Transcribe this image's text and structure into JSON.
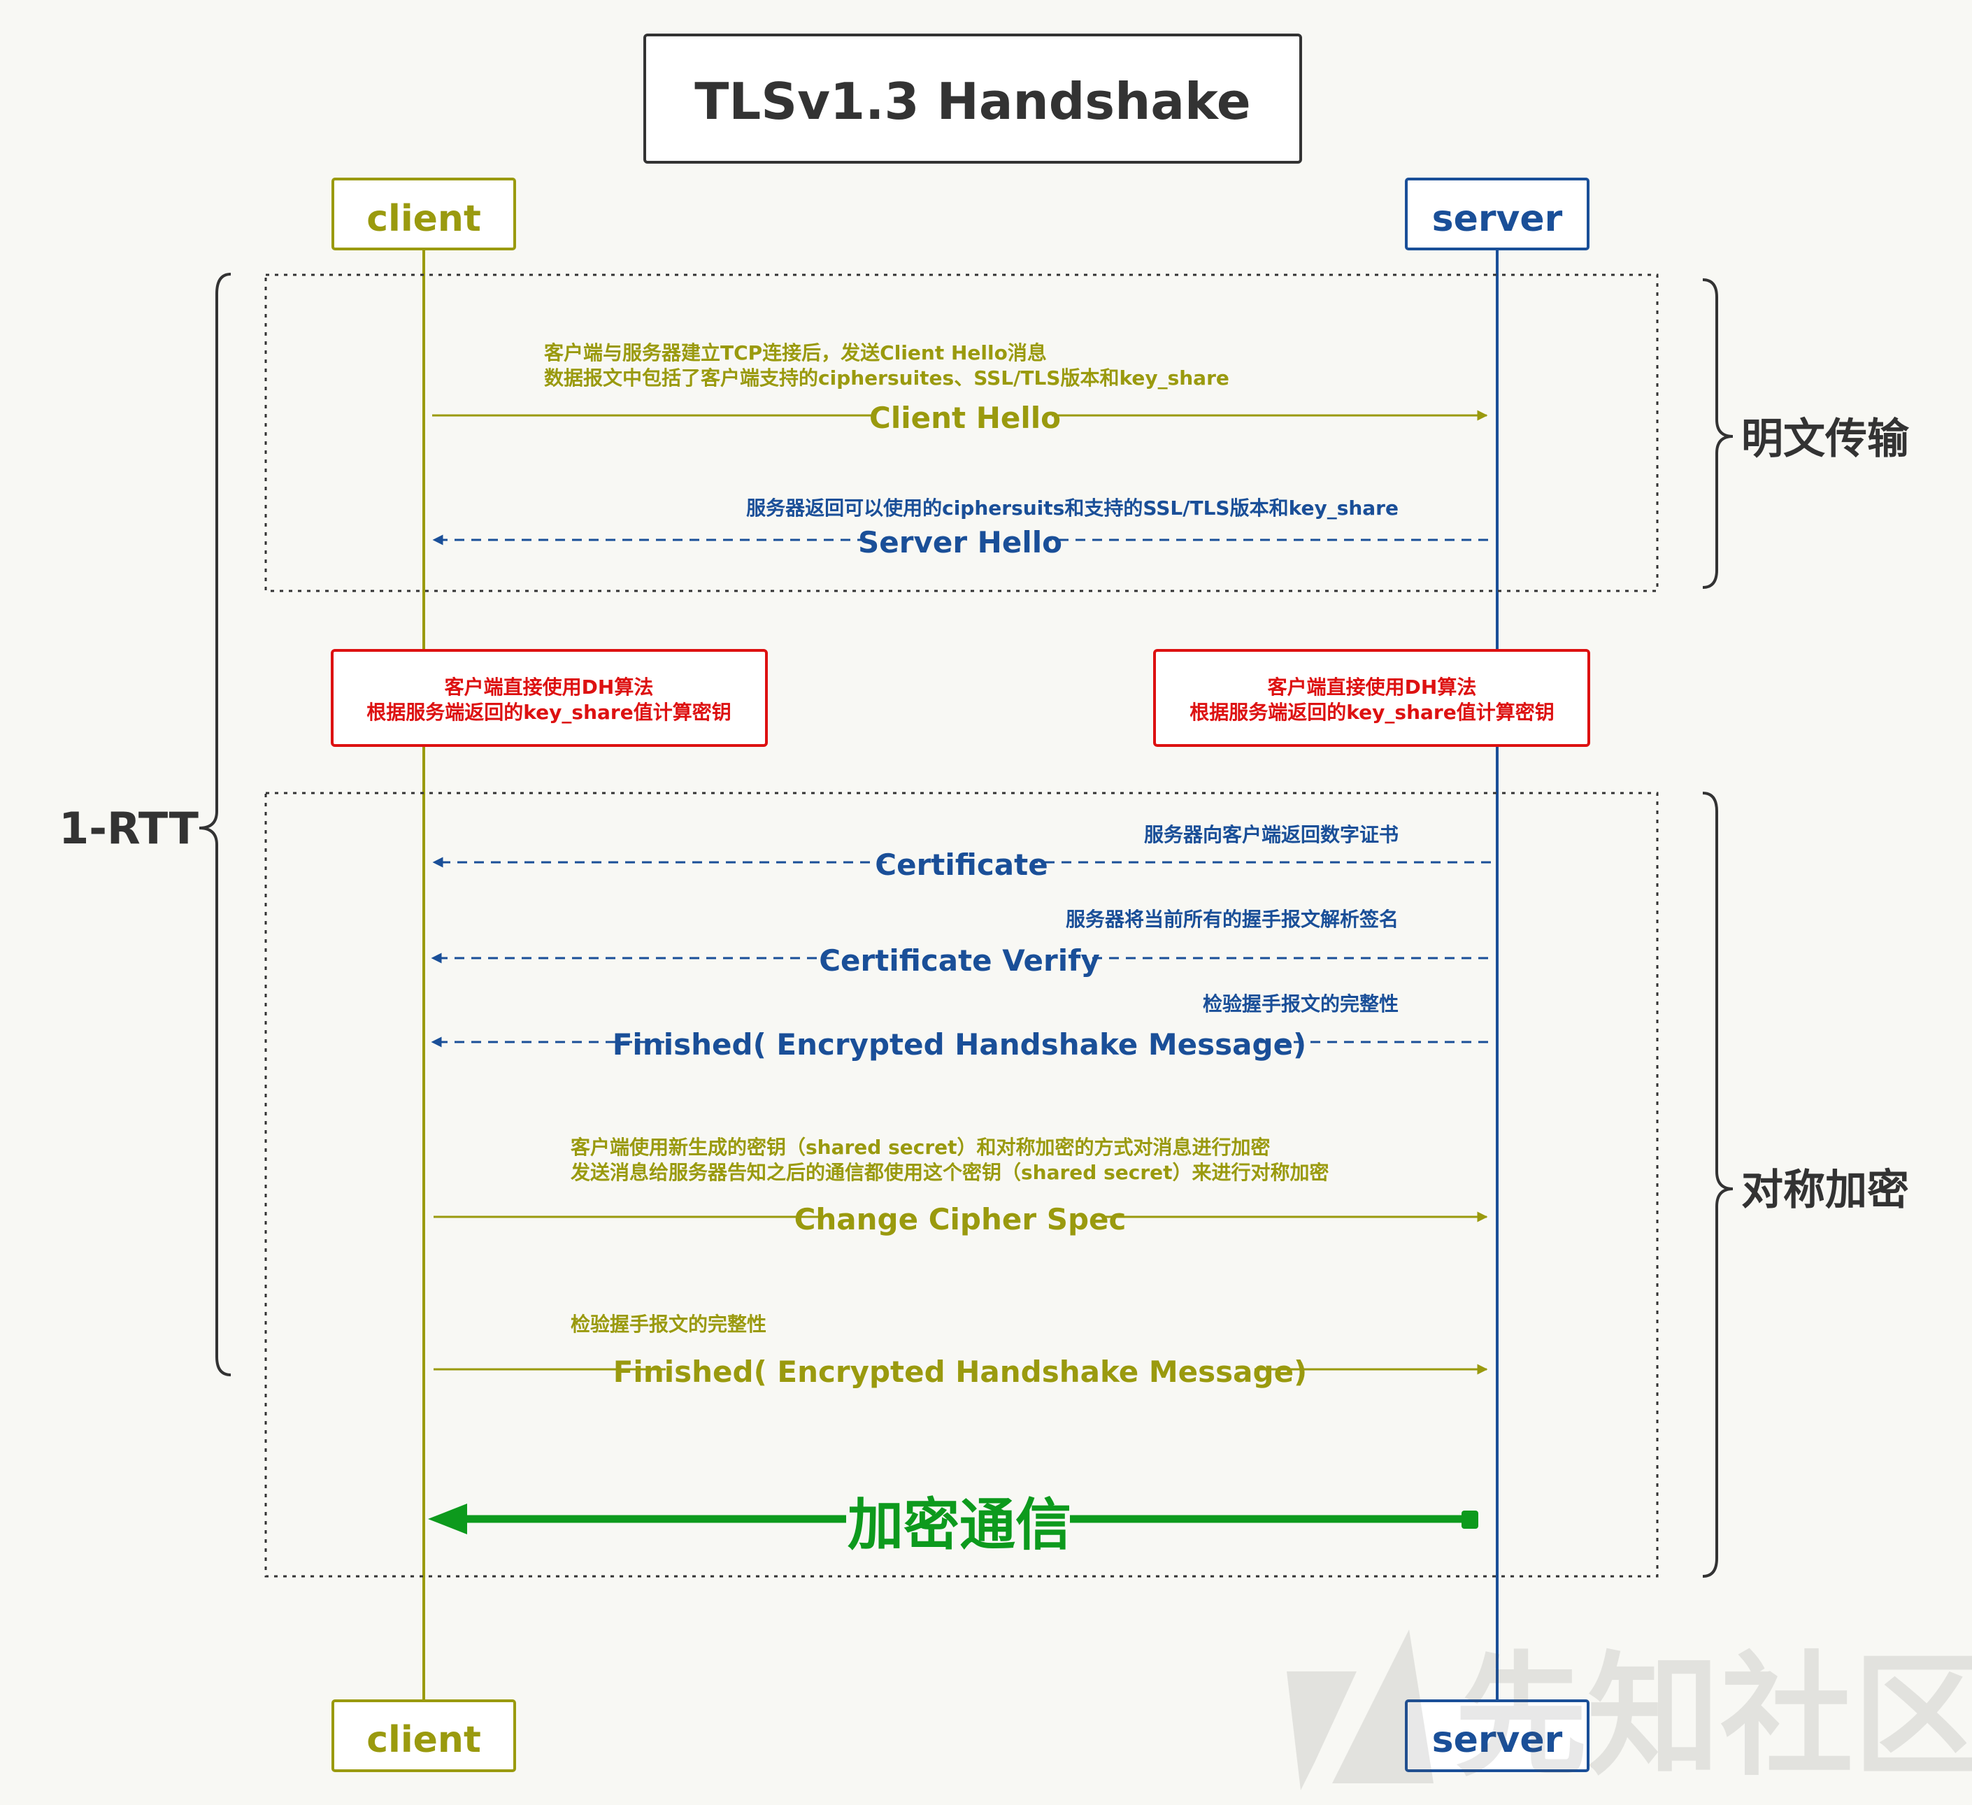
{
  "title": "TLSv1.3 Handshake",
  "participants": {
    "client": "client",
    "server": "server"
  },
  "brackets": {
    "rtt": "1-RTT",
    "plaintext": "明文传输",
    "encrypted": "对称加密"
  },
  "notes": {
    "client": [
      "客户端直接使用DH算法",
      "根据服务端返回的key_share值计算密钥"
    ],
    "server": [
      "客户端直接使用DH算法",
      "根据服务端返回的key_share值计算密钥"
    ]
  },
  "messages": [
    {
      "label": "Client Hello",
      "direction": "client-to-server",
      "style": "solid",
      "desc": [
        "客户端与服务器建立TCP连接后，发送Client Hello消息",
        "数据报文中包括了客户端支持的ciphersuites、SSL/TLS版本和key_share"
      ]
    },
    {
      "label": "Server Hello",
      "direction": "server-to-client",
      "style": "dashed",
      "desc": [
        "服务器返回可以使用的ciphersuits和支持的SSL/TLS版本和key_share"
      ]
    },
    {
      "label": "Certificate",
      "direction": "server-to-client",
      "style": "dashed",
      "desc": [
        "服务器向客户端返回数字证书"
      ]
    },
    {
      "label": "Certificate Verify",
      "direction": "server-to-client",
      "style": "dashed",
      "desc": [
        "服务器将当前所有的握手报文解析签名"
      ]
    },
    {
      "label": "Finished( Encrypted Handshake Message)",
      "direction": "server-to-client",
      "style": "dashed",
      "desc": [
        "检验握手报文的完整性"
      ]
    },
    {
      "label": "Change Cipher Spec",
      "direction": "client-to-server",
      "style": "solid",
      "desc": [
        "客户端使用新生成的密钥（shared secret）和对称加密的方式对消息进行加密",
        "发送消息给服务器告知之后的通信都使用这个密钥（shared secret）来进行对称加密"
      ]
    },
    {
      "label": "Finished( Encrypted Handshake Message)",
      "direction": "client-to-server",
      "style": "solid",
      "desc": [
        "检验握手报文的完整性"
      ]
    }
  ],
  "secure_channel": "加密通信",
  "watermark": "先知社区",
  "colors": {
    "client": "#9a9a0e",
    "server": "#1a4f98",
    "note": "#dd1111",
    "secure": "#0d9a1d",
    "text_dark": "#333333"
  }
}
